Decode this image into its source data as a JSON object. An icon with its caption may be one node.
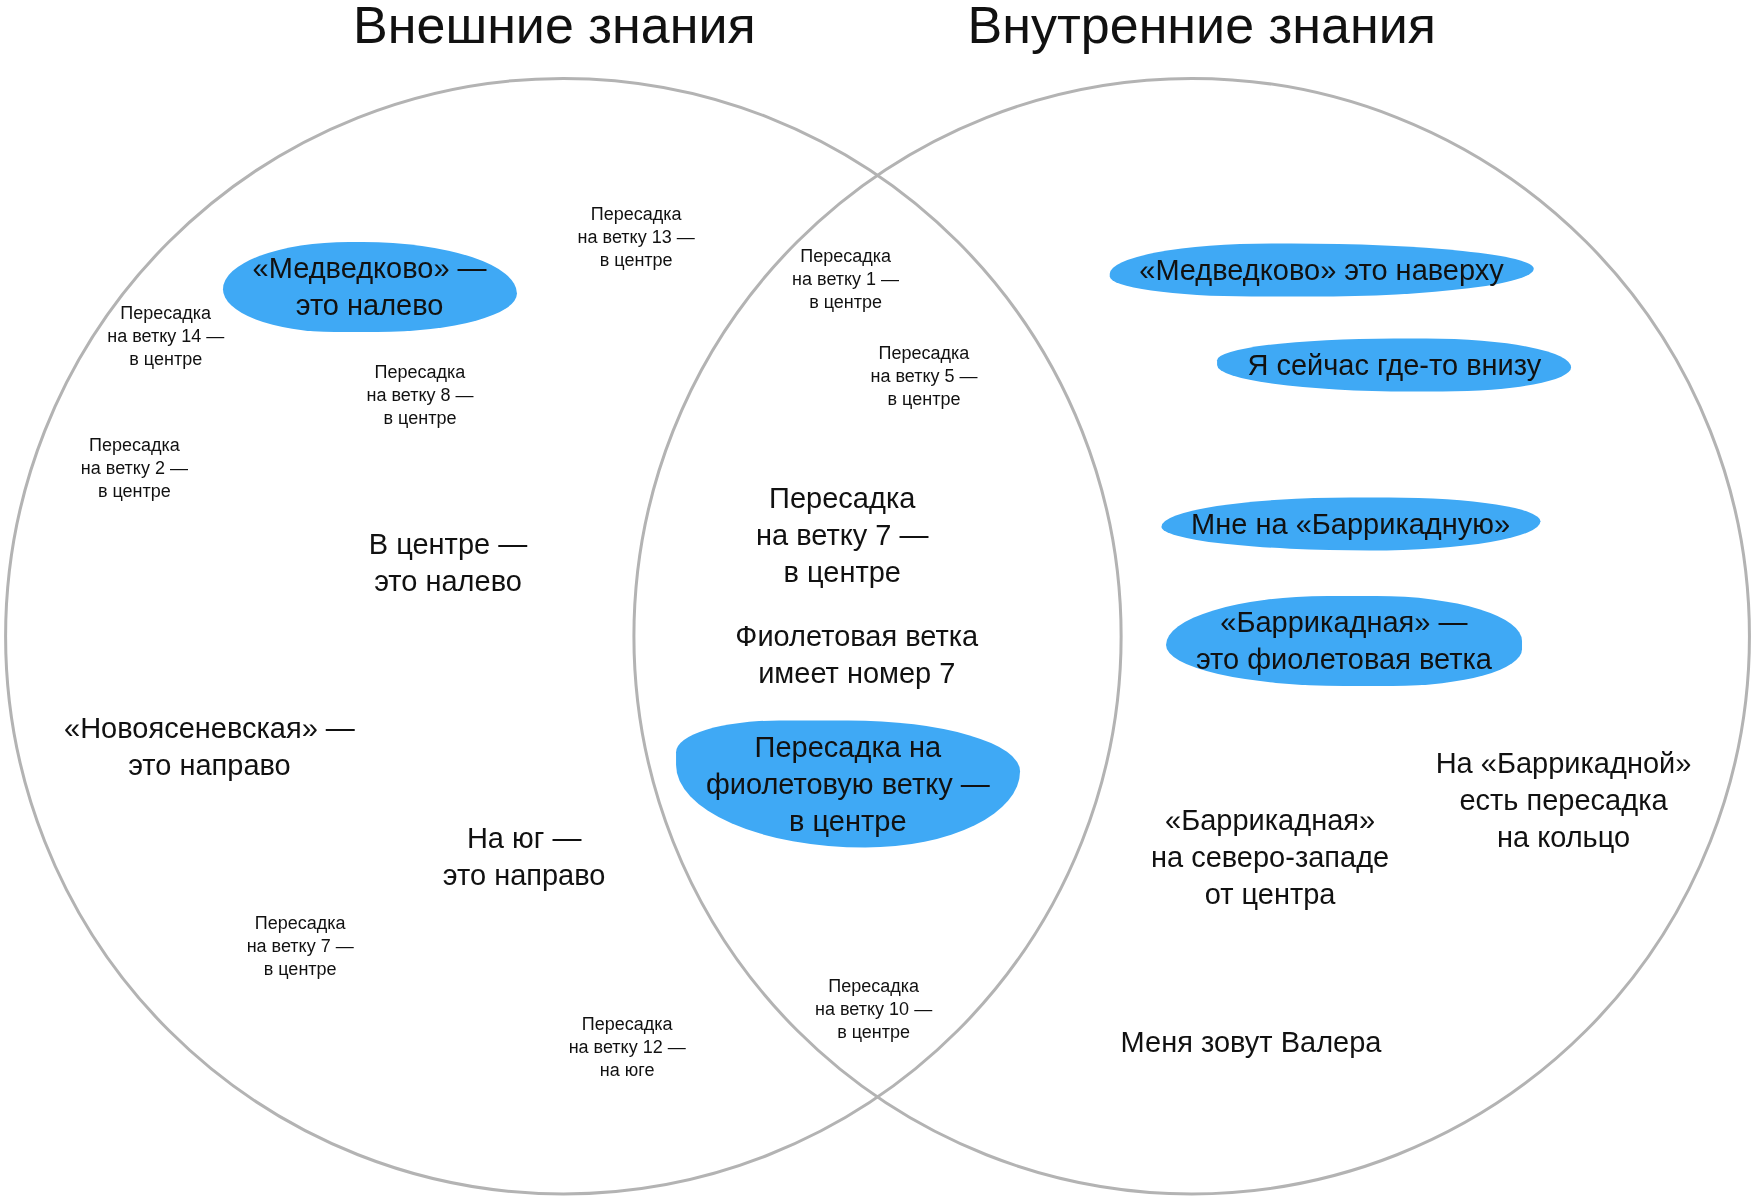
{
  "diagram": {
    "nodes": [
      {
        "text": [
          "Внешние знания"
        ]
      },
      {
        "text": [
          "Внутренние знания"
        ]
      },
      {
        "text": [
          "«Медведково» — это налево"
        ],
        "in": 0
      },
      {
        "text": [
          "Пересадка на фиолетовую ветку — в центре"
        ]
      },
      {
        "text": [
          "«Медведково» это наверху"
        ],
        "in": 1
      },
      {
        "text": [
          "Я сейчас где-то внизу"
        ],
        "in": 1
      },
      {
        "text": [
          "Мне на «Баррикадную»"
        ],
        "in": 1
      },
      {
        "text": [
          "«Баррикадная» — это фиолетовая ветка"
        ],
        "in": 1
      }
    ],
    "labels": [
      "Пересадка на ветку 13 — в центре",
      "Пересадка на ветку 1 — в центре",
      "Пересадка на ветку 14 — в центре",
      "Пересадка на ветку 8 — в центре",
      "Пересадка на ветку 5 — в центре",
      "Пересадка на ветку 2 — в центре",
      "Пересадка на ветку 7 — в центре",
      "В центре — это налево",
      "Фиолетовая ветка имеет номер 7",
      "«Новоясеневская» — это направо",
      "На «Баррикадной» есть пересадка на кольцо",
      "На юг — это направо",
      "«Баррикадная» на северо-западе от центра",
      "Пересадка на ветку 7 — в центре",
      "Пересадка на ветку 10 — в центре",
      "Пересадка на ветку 12 — на юге",
      "Меня зовут Валера"
    ]
  }
}
